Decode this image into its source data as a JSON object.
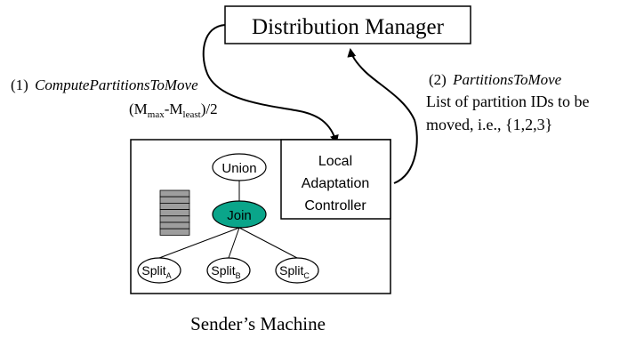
{
  "distribution_manager": {
    "label": "Distribution Manager"
  },
  "message_compute": {
    "step": "(1)",
    "name": "ComputePartitionsToMove",
    "formula": {
      "open": "(M",
      "max_sub": "max",
      "minus": "-M",
      "least_sub": "least",
      "close": ")/2"
    }
  },
  "message_partitions": {
    "step": "(2)",
    "name": "PartitionsToMove",
    "line1": "List of partition IDs to be",
    "line2": "moved, i.e., {1,2,3}"
  },
  "local_controller": {
    "line1": "Local",
    "line2": "Adaptation",
    "line3": "Controller"
  },
  "operators": {
    "union": "Union",
    "join": "Join",
    "split_a": {
      "base": "Split",
      "sub": "A"
    },
    "split_b": {
      "base": "Split",
      "sub": "B"
    },
    "split_c": {
      "base": "Split",
      "sub": "C"
    }
  },
  "machine_label": "Sender’s Machine",
  "colors": {
    "join_fill": "#0aa58a",
    "queue_fill": "#9e9e9e",
    "stroke": "#000000"
  }
}
